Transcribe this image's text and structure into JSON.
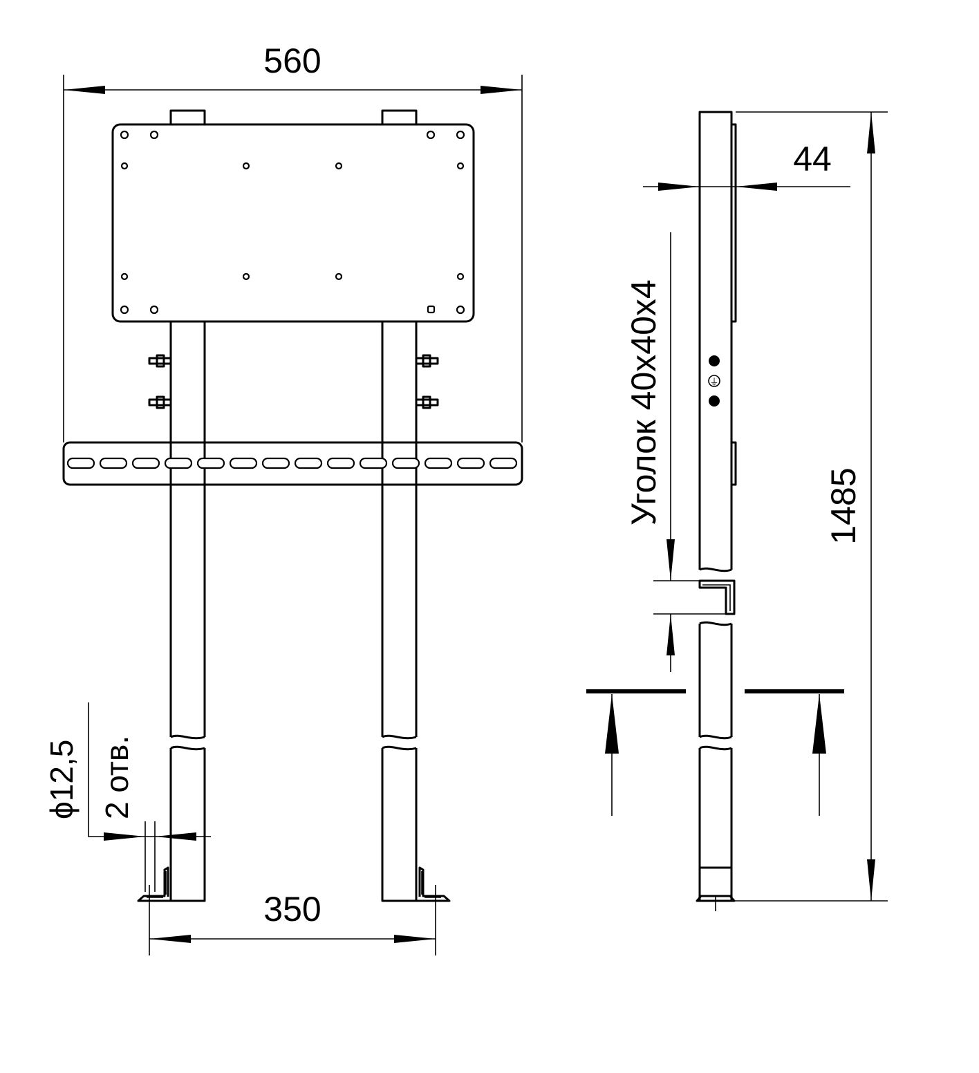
{
  "dimensions": {
    "overall_width": "560",
    "leg_spacing": "350",
    "depth": "44",
    "height": "1485",
    "hole_diameter": "ϕ12,5",
    "hole_count": "2 отв.",
    "angle_profile": "Уголок 40x40x4"
  },
  "symbols": {
    "ground": "⏚"
  },
  "colors": {
    "line": "#000000",
    "background": "#ffffff"
  }
}
